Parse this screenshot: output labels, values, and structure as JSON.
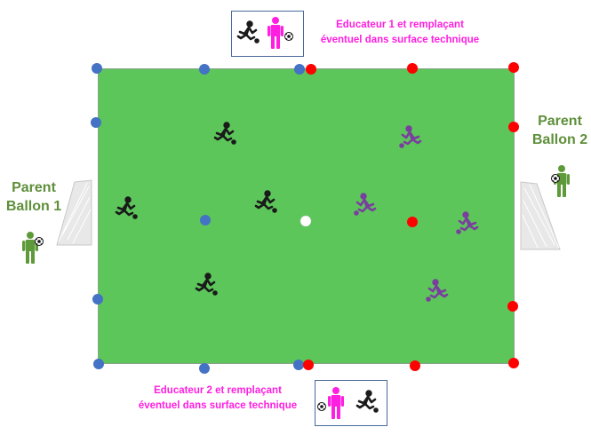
{
  "labels": {
    "educ1_line1": "Educateur 1 et remplaçant",
    "educ1_line2": "éventuel dans surface technique",
    "educ2_line1": "Educateur 2 et remplaçant",
    "educ2_line2": "éventuel dans surface technique",
    "parent1_line1": "Parent",
    "parent1_line2": "Ballon 1",
    "parent2_line1": "Parent",
    "parent2_line2": "Ballon 2"
  },
  "colors": {
    "field": "#5cc65a",
    "team_black": "#1a1a1a",
    "team_purple": "#7a3f9e",
    "cone_blue": "#4472c4",
    "cone_red": "#ff0000",
    "center_spot": "#ffffff",
    "educator": "#ff1fe0",
    "parent": "#5e9a3a"
  },
  "icons": {
    "player": "soccer-player-icon",
    "coach": "coach-standing-icon",
    "goal": "goal-net-icon",
    "ball": "soccer-ball-icon"
  }
}
